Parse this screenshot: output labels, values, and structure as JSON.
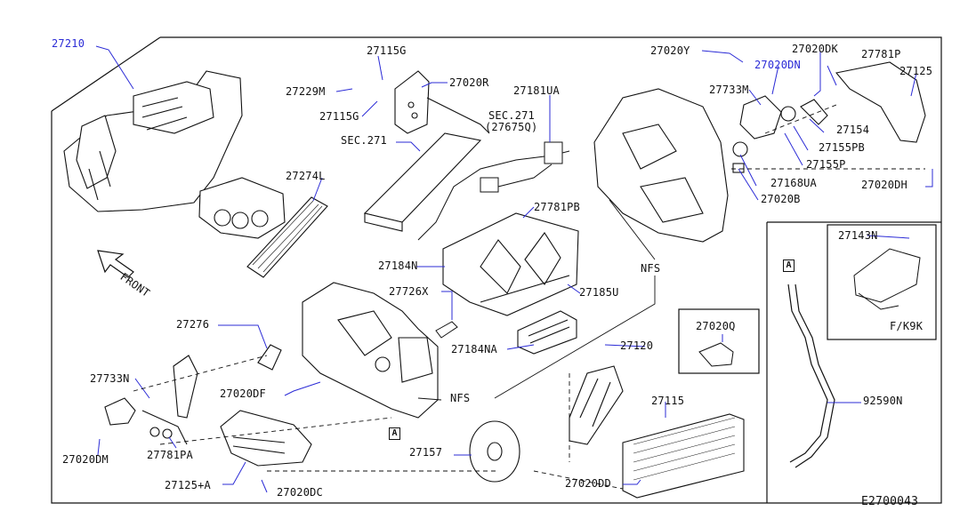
{
  "diagram_code": "E2700043",
  "front_label": "FRONT",
  "nfs_labels": [
    "NFS",
    "NFS"
  ],
  "section_refs": [
    "SEC.271",
    "SEC.271",
    "(27675Q)"
  ],
  "inset_labels": {
    "vehicle_note": "F/K9K",
    "inset_part": "27143N",
    "detail_part": "27020Q",
    "connector_letter": "A"
  },
  "parts": [
    "27210",
    "27115G",
    "27020R",
    "27229M",
    "27115G",
    "27181UA",
    "27274L",
    "27781PB",
    "27184N",
    "27185U",
    "27184NA",
    "27726X",
    "27276",
    "27120",
    "27733N",
    "27020DF",
    "27020DM",
    "27781PA",
    "27125+A",
    "27020DC",
    "27157",
    "27115",
    "27020DD",
    "27020Y",
    "27020DN",
    "27020DK",
    "27781P",
    "27125",
    "27733M",
    "27154",
    "27155PB",
    "27155P",
    "27168UA",
    "27020DH",
    "27020B",
    "92590N"
  ],
  "colors": {
    "label_blue": "#2b2bd6",
    "line_black": "#111111",
    "background": "#ffffff"
  }
}
